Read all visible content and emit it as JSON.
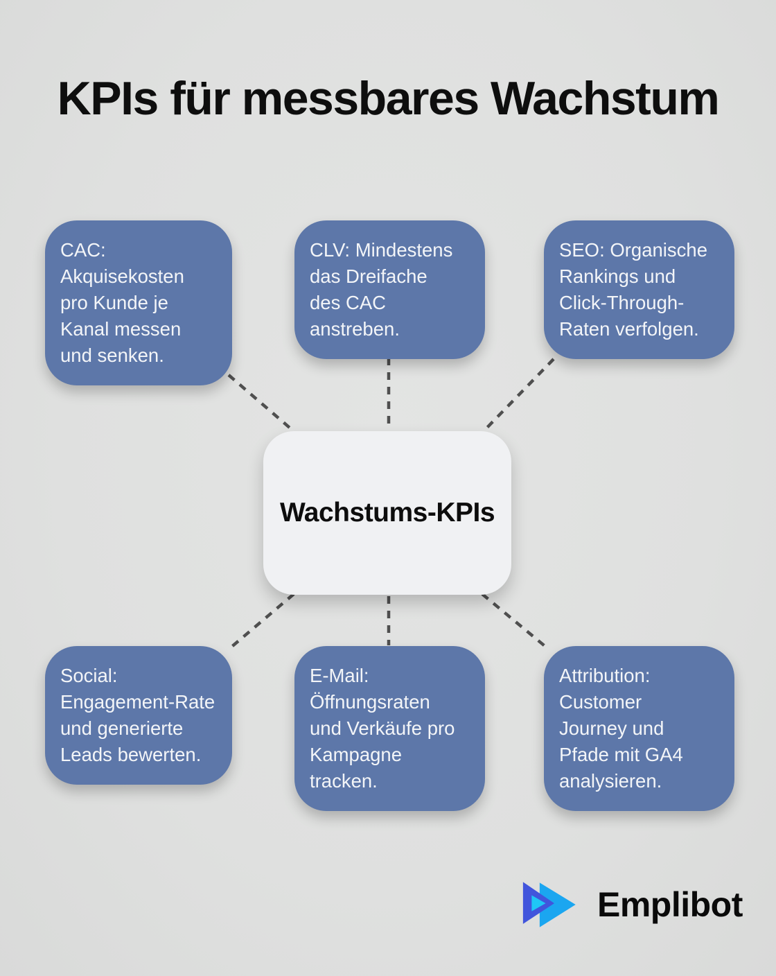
{
  "title": "KPIs für messbares Wachstum",
  "center": {
    "label": "Wachstums-KPIs"
  },
  "nodes": {
    "cac": {
      "text": "CAC:\nAkquisekosten\npro Kunde je\nKanal messen\nund senken."
    },
    "clv": {
      "text": "CLV: Mindestens\ndas Dreifache\ndes CAC\nanstreben."
    },
    "seo": {
      "text": "SEO: Organische\nRankings und\nClick-Through-\nRaten verfolgen."
    },
    "social": {
      "text": "Social:\nEngagement-Rate\nund generierte\nLeads bewerten."
    },
    "email": {
      "text": "E-Mail:\nÖffnungsraten\nund Verkäufe pro\nKampagne\ntracken."
    },
    "attribution": {
      "text": "Attribution:\nCustomer\nJourney und\nPfade mit GA4\nanalysieren."
    }
  },
  "logo": {
    "brand": "Emplibot"
  },
  "colors": {
    "background": "#dfe0df",
    "node_fill": "#5d77a9",
    "node_text": "#f3f5f8",
    "center_fill": "#f0f1f3",
    "center_text": "#0d0d0d",
    "connector": "#4f4f4f",
    "title_text": "#0e0e0e",
    "logo_indigo": "#4155dc",
    "logo_azure": "#1ba6f0",
    "logo_cyan": "#1fc6f6",
    "brand_text": "#0a0a0a"
  }
}
